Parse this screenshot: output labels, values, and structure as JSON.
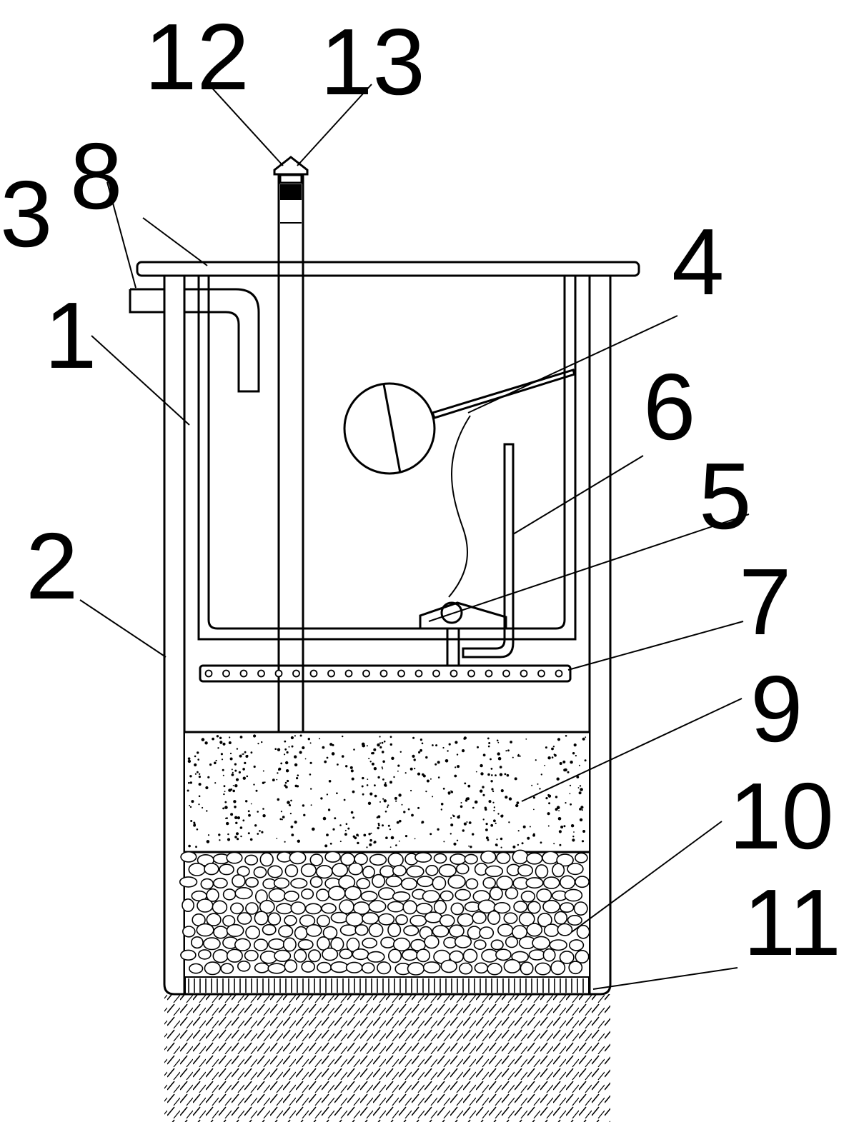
{
  "colors": {
    "ink": "#000000",
    "paper": "#ffffff"
  },
  "labels": {
    "l12": "12",
    "l13": "13",
    "l3": "3",
    "l8": "8",
    "l1": "1",
    "l4": "4",
    "l6": "6",
    "l5": "5",
    "l2": "2",
    "l7": "7",
    "l9": "9",
    "l10": "10",
    "l11": "11"
  }
}
